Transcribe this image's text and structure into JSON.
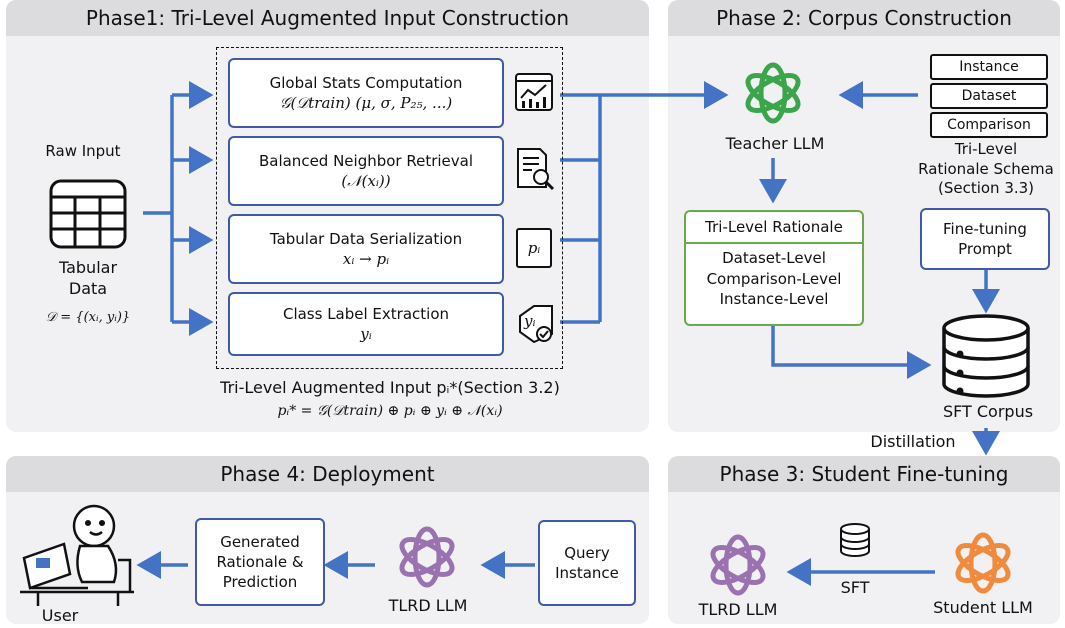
{
  "phase1": {
    "title": "Phase1: Tri-Level Augmented Input Construction",
    "raw_input": "Raw Input",
    "tabular_data_line1": "Tabular",
    "tabular_data_line2": "Data",
    "dataset_formula": "𝒟 = {(xᵢ, yᵢ)}",
    "steps": [
      {
        "title": "Global Stats Computation",
        "formula": "𝒢(𝒟train) (μ, σ, P₂₅, ...)"
      },
      {
        "title": "Balanced Neighbor Retrieval",
        "formula": "(𝒩(xᵢ))"
      },
      {
        "title": "Tabular Data Serialization",
        "formula": "xᵢ → pᵢ"
      },
      {
        "title": "Class Label Extraction",
        "formula": "yᵢ"
      }
    ],
    "icon_labels": {
      "serialization": "pᵢ",
      "label": "yᵢ"
    },
    "caption": "Tri-Level Augmented Input pᵢ*(Section 3.2)",
    "caption_formula": "pᵢ* = 𝒢(𝒟train)  ⊕ pᵢ ⊕ yᵢ ⊕ 𝒩(xᵢ)"
  },
  "phase2": {
    "title": "Phase 2: Corpus Construction",
    "teacher": "Teacher LLM",
    "schema_layers": [
      "Instance",
      "Dataset",
      "Comparison"
    ],
    "schema_caption_line1": "Tri-Level",
    "schema_caption_line2": "Rationale Schema",
    "schema_caption_line3": "(Section 3.3)",
    "rationale_title": "Tri-Level Rationale",
    "rationale_items": [
      "Dataset-Level",
      "Comparison-Level",
      "Instance-Level"
    ],
    "finetune_line1": "Fine-tuning",
    "finetune_line2": "Prompt",
    "sft_corpus": "SFT Corpus",
    "distillation": "Distillation"
  },
  "phase3": {
    "title": "Phase 3: Student Fine-tuning",
    "tlrd": "TLRD LLM",
    "sft": "SFT",
    "student": "Student LLM"
  },
  "phase4": {
    "title": "Phase 4: Deployment",
    "user": "User",
    "generated_line1": "Generated",
    "generated_line2": "Rationale &",
    "generated_line3": "Prediction",
    "tlrd": "TLRD LLM",
    "query_line1": "Query",
    "query_line2": "Instance"
  },
  "colors": {
    "accent": "#4472c4",
    "teacher": "#3aa54a",
    "student": "#f08a3c",
    "tlrd": "#9b72b0",
    "box_border": "#3f5aa8",
    "rationale_border": "#6aaa4c"
  }
}
